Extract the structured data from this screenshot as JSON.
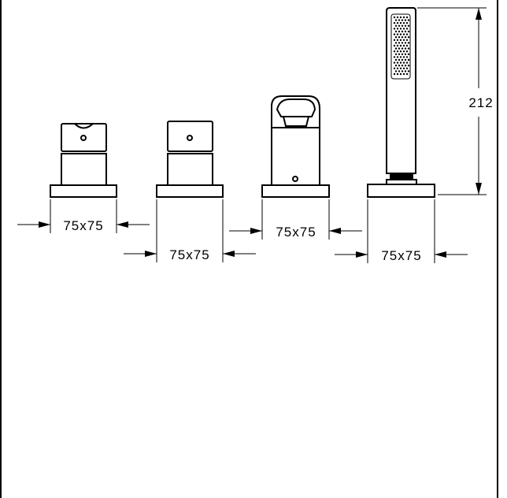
{
  "drawing": {
    "dimensions": {
      "unit_1": "75x75",
      "unit_2": "75x75",
      "unit_3": "75x75",
      "unit_4": "75x75",
      "height": "212"
    }
  }
}
